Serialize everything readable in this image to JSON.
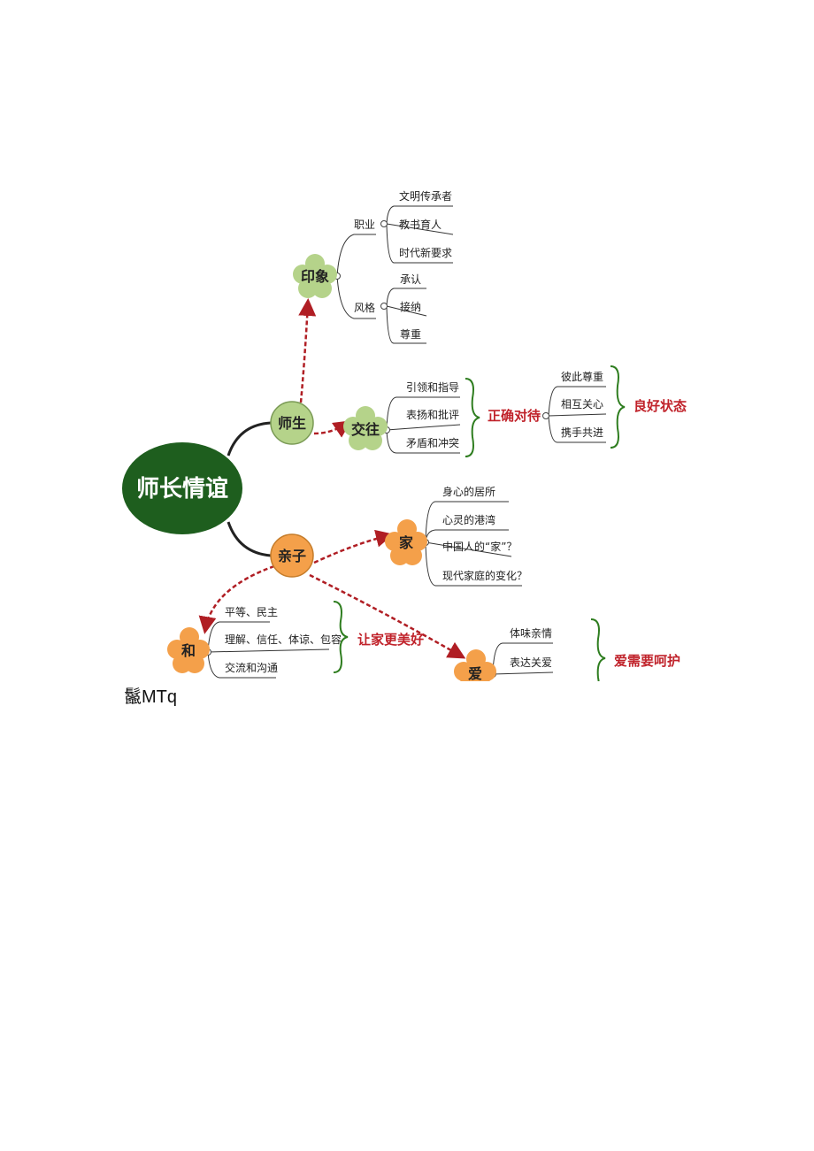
{
  "mindmap": {
    "root": "师长情谊",
    "shisheng": {
      "label": "师生",
      "yinxiang": {
        "label": "印象",
        "zhiye": {
          "label": "职业",
          "items": [
            "文明传承者",
            "教书育人",
            "时代新要求"
          ]
        },
        "fengge": {
          "label": "风格",
          "items": [
            "承认",
            "接纳",
            "尊重"
          ]
        }
      },
      "jiaowang": {
        "label": "交往",
        "items": [
          "引领和指导",
          "表扬和批评",
          "矛盾和冲突"
        ],
        "result": "正确对待",
        "sub_items": [
          "彼此尊重",
          "相互关心",
          "携手共进"
        ],
        "final": "良好状态"
      }
    },
    "qinzi": {
      "label": "亲子",
      "jia": {
        "label": "家",
        "items": [
          "身心的居所",
          "心灵的港湾",
          "中国人的“家”？",
          "现代家庭的变化？"
        ]
      },
      "he": {
        "label": "和",
        "items": [
          "平等、民主",
          "理解、信任、体谅、包容",
          "交流和沟通"
        ],
        "result": "让家更美好"
      },
      "ai": {
        "label": "爱",
        "items": [
          "体味亲情",
          "表达关爱"
        ],
        "result": "爱需要呵护"
      }
    }
  },
  "colors": {
    "root": "#1e5e1e",
    "green_node": "#b5d38a",
    "orange_node": "#f4a04a",
    "red_text": "#c0222a",
    "arrow": "#b01e24"
  },
  "footer_text": "鬣MTq"
}
